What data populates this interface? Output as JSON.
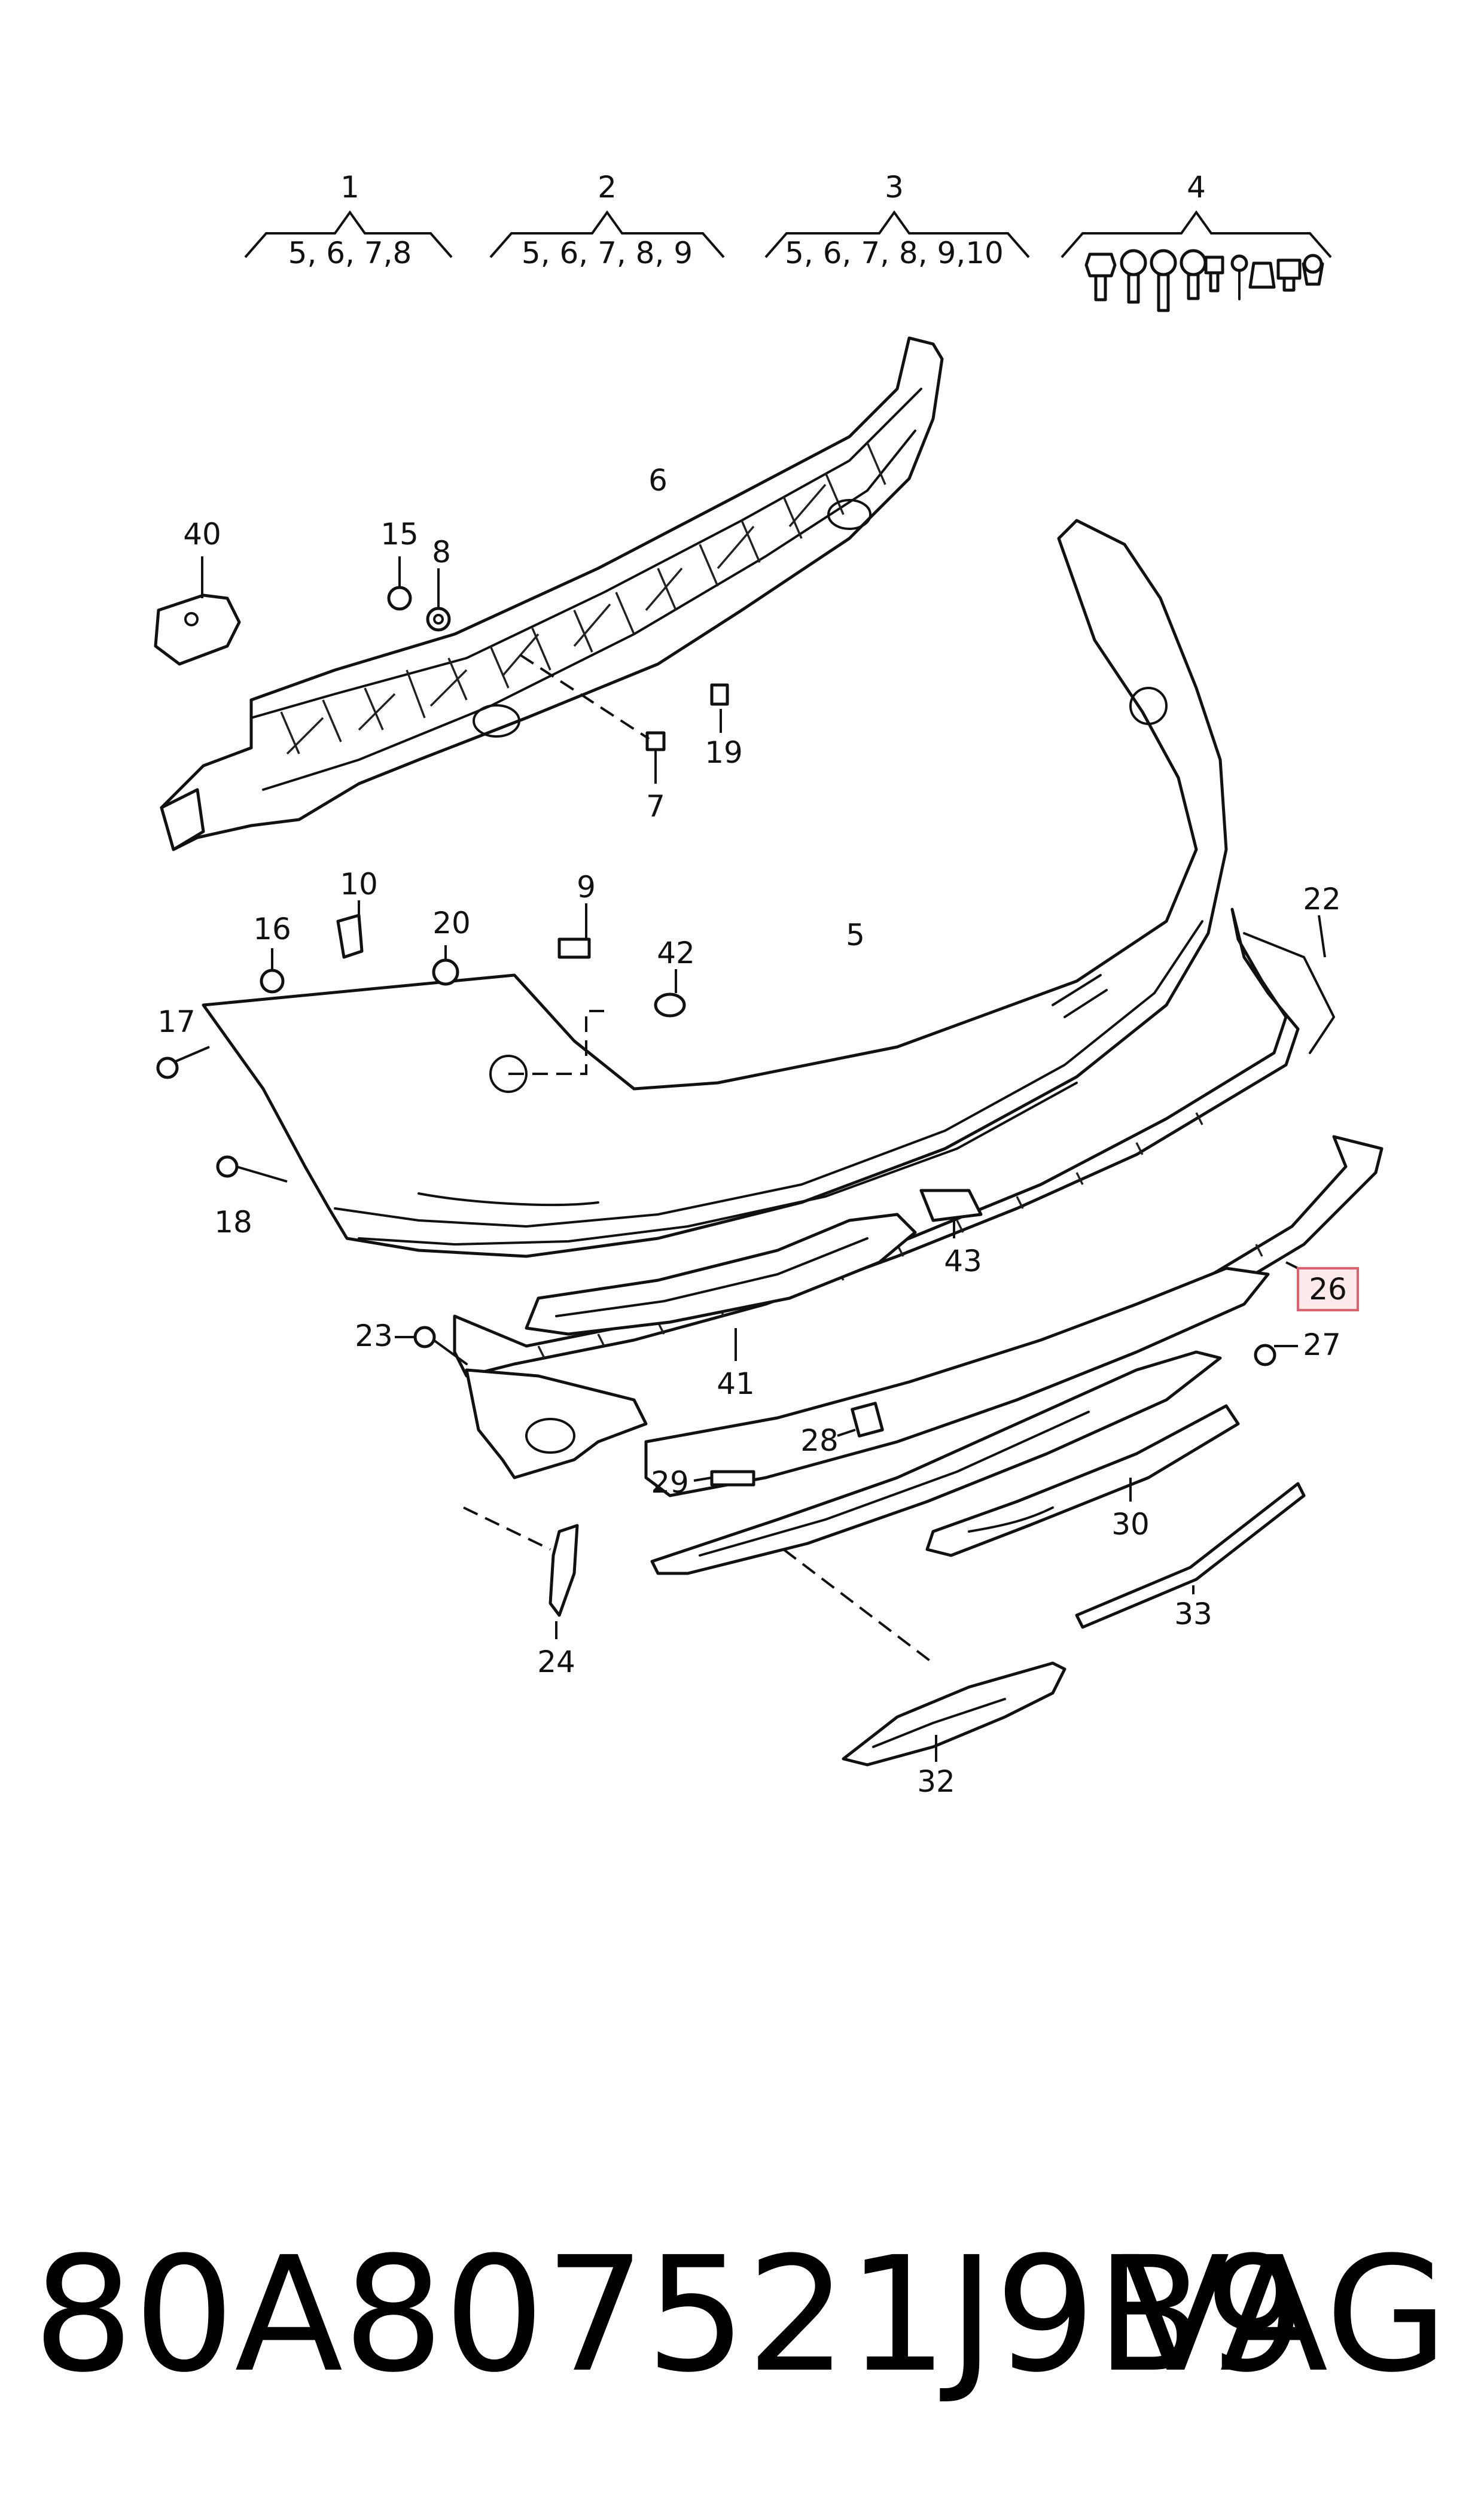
{
  "diagram": {
    "groups": [
      {
        "number": "1",
        "items": "5, 6, 7,8"
      },
      {
        "number": "2",
        "items": "5, 6, 7, 8, 9"
      },
      {
        "number": "3",
        "items": "5, 6, 7, 8, 9,10"
      },
      {
        "number": "4",
        "items": ""
      }
    ],
    "callouts": [
      "40",
      "15",
      "8",
      "6",
      "7",
      "19",
      "10",
      "16",
      "20",
      "9",
      "42",
      "5",
      "22",
      "17",
      "18",
      "43",
      "26",
      "23",
      "27",
      "41",
      "28",
      "29",
      "30",
      "24",
      "33",
      "32"
    ],
    "highlighted_callout": "26",
    "highlight_colors": {
      "fill": "#fde8ea",
      "border": "#e06070"
    }
  },
  "footer": {
    "part_number": "80A807521J9B9",
    "brand": "VAG"
  }
}
